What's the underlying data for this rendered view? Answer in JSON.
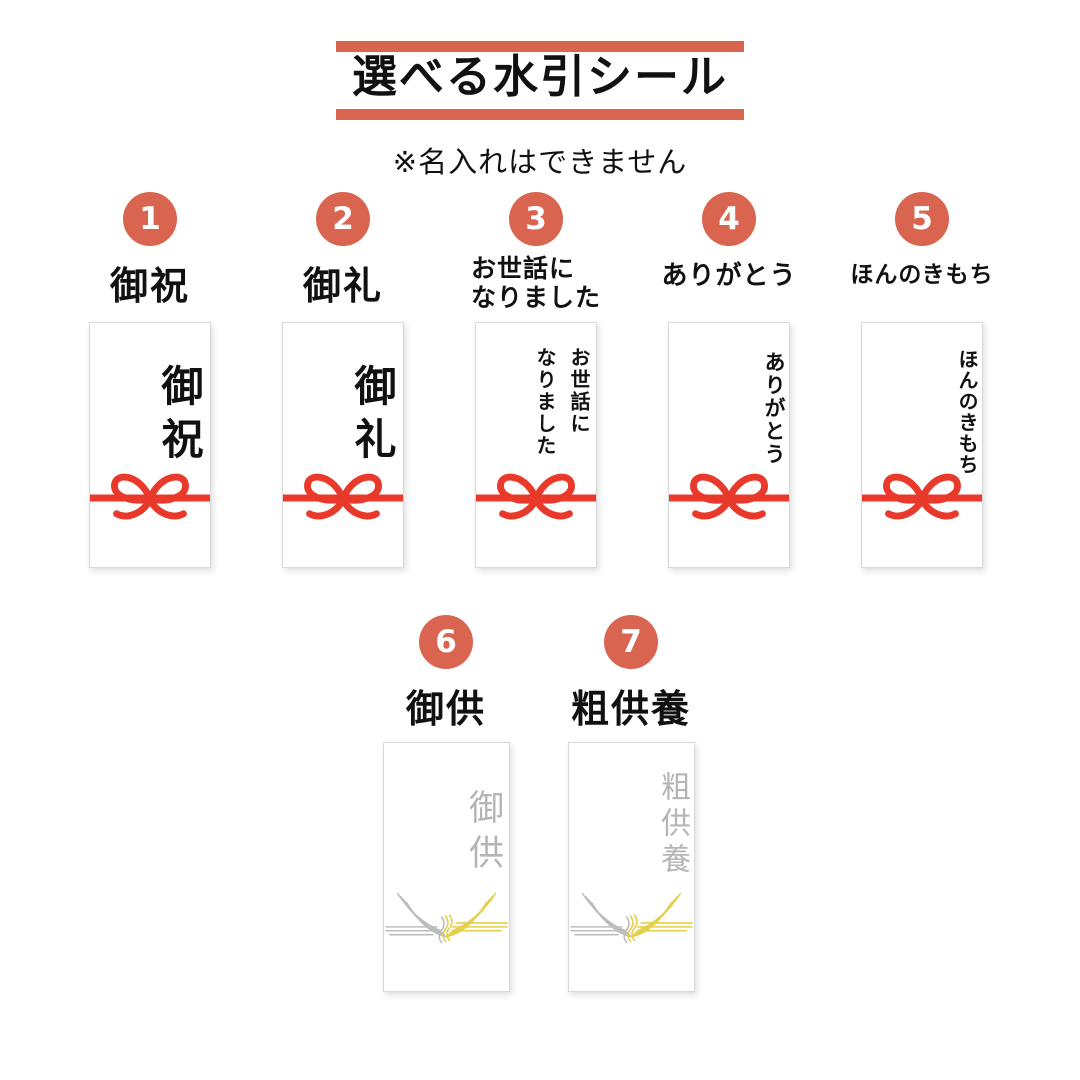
{
  "title": {
    "text": "選べる水引シール",
    "note": "※名入れはできません"
  },
  "colors": {
    "accent_salmon": "#d96450",
    "mizuhiki_red": "#e8392b",
    "mizuhiki_yellow": "#e3cf49",
    "mizuhiki_silver": "#bdbdbd",
    "text_black": "#111111",
    "memorial_text_gray": "#b5b5b5",
    "card_border": "#d9d9d9"
  },
  "items": [
    {
      "number": "1",
      "label": "御祝",
      "sticker_text": "御祝",
      "mizuhiki": "red-bow"
    },
    {
      "number": "2",
      "label": "御礼",
      "sticker_text": "御礼",
      "mizuhiki": "red-bow"
    },
    {
      "number": "3",
      "label": "お世話に\nなりました",
      "sticker_text": "お世話に\nなりました",
      "mizuhiki": "red-bow"
    },
    {
      "number": "4",
      "label": "ありがとう",
      "sticker_text": "ありがとう",
      "mizuhiki": "red-bow"
    },
    {
      "number": "5",
      "label": "ほんのきもち",
      "sticker_text": "ほんのきもち",
      "mizuhiki": "red-bow"
    },
    {
      "number": "6",
      "label": "御供",
      "sticker_text": "御供",
      "mizuhiki": "yellow-white-knot"
    },
    {
      "number": "7",
      "label": "粗供養",
      "sticker_text": "粗供養",
      "mizuhiki": "yellow-white-knot"
    }
  ]
}
